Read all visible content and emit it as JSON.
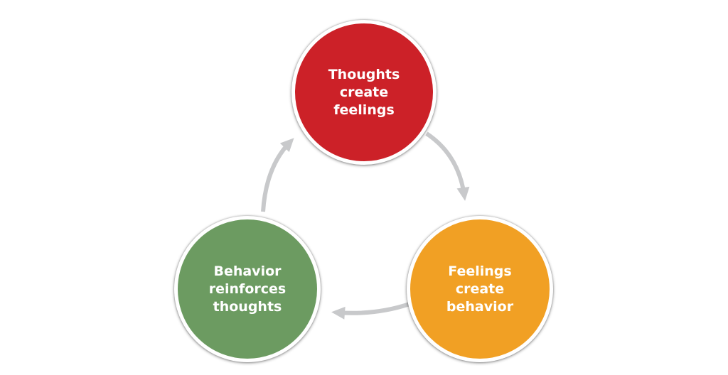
{
  "diagram": {
    "nodes": [
      {
        "id": "thoughts",
        "lines": [
          "Thoughts",
          "create",
          "feelings"
        ],
        "color": "#cc2128"
      },
      {
        "id": "feelings",
        "lines": [
          "Feelings",
          "create",
          "behavior"
        ],
        "color": "#f1a024"
      },
      {
        "id": "behavior",
        "lines": [
          "Behavior",
          "reinforces",
          "thoughts"
        ],
        "color": "#6c9b61"
      }
    ],
    "arrow_color": "#c8c9cb"
  }
}
